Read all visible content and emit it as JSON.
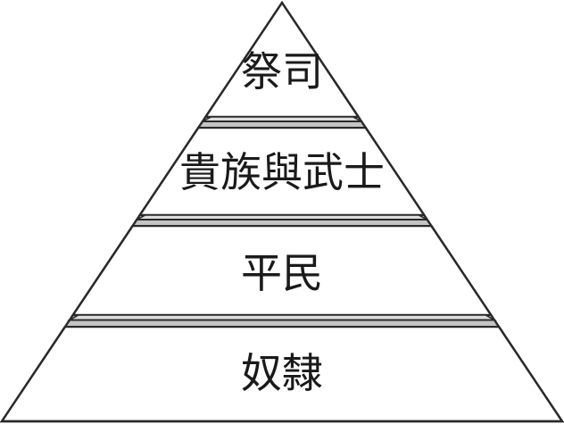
{
  "pyramid": {
    "tiers": [
      {
        "label": "祭司"
      },
      {
        "label": "貴族與武士"
      },
      {
        "label": "平民"
      },
      {
        "label": "奴隸"
      }
    ]
  }
}
